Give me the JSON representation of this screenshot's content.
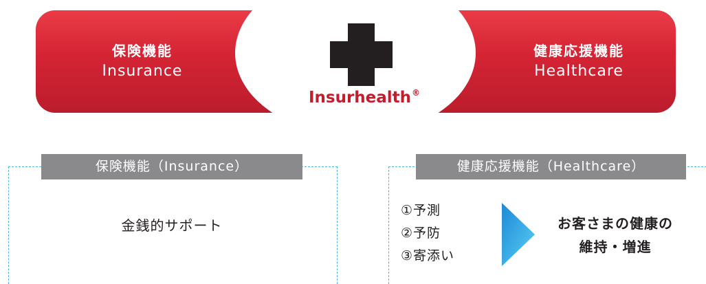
{
  "banner": {
    "left_jp": "保険機能",
    "left_en": "Insurance",
    "right_jp": "健康応援機能",
    "right_en": "Healthcare",
    "brand": "Insurhealth",
    "brand_mark": "®",
    "colors": {
      "banner_red": "#d42434",
      "brand_red": "#c41e2e",
      "cross": "#231f20"
    }
  },
  "insurance_box": {
    "label": "保険機能（Insurance）",
    "content": "金銭的サポート"
  },
  "healthcare_box": {
    "label": "健康応援機能（Healthcare）",
    "steps": [
      "①予測",
      "②予防",
      "③寄添い"
    ],
    "goal_line1": "お客さまの健康の",
    "goal_line2": "維持・増進"
  },
  "colors": {
    "label_grey": "#8a8a8d",
    "dash_blue": "#4fb3e4",
    "arrow_gradient": [
      "#1e88d8",
      "#5ad0f2"
    ]
  }
}
